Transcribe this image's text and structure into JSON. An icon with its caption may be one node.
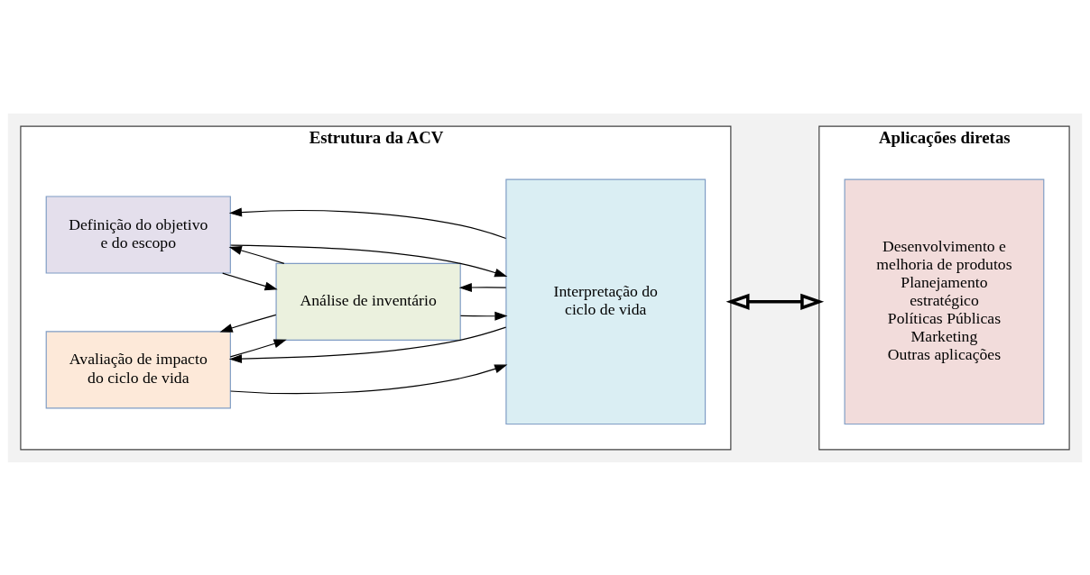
{
  "diagram": {
    "nodes": [
      {
        "text": [
          "Estrutura da ACV"
        ]
      },
      {
        "text": [
          "Definição do objetivo e do escopo"
        ],
        "in": 0
      },
      {
        "text": [
          "Análise de inventário"
        ],
        "in": 0
      },
      {
        "text": [
          "Avaliação de impacto do ciclo de vida"
        ],
        "in": 0
      },
      {
        "text": [
          "Interpretação do ciclo de vida"
        ],
        "in": 0
      },
      {
        "text": [
          "Aplicações diretas"
        ]
      },
      {
        "text": [
          "Desenvolvimento e melhoria de produtos",
          "Planejamento estratégico",
          "Políticas Públicas",
          "Marketing",
          "Outras aplicações"
        ],
        "in": 5
      }
    ],
    "edges": [
      {
        "from": 1,
        "to": 4,
        "arrow": "to"
      },
      {
        "from": 4,
        "to": 1,
        "arrow": "to"
      },
      {
        "from": 1,
        "to": 2,
        "arrow": "to"
      },
      {
        "from": 2,
        "to": 1,
        "arrow": "to"
      },
      {
        "from": 2,
        "to": 4,
        "arrow": "to"
      },
      {
        "from": 4,
        "to": 2,
        "arrow": "to"
      },
      {
        "from": 2,
        "to": 3,
        "arrow": "to"
      },
      {
        "from": 3,
        "to": 2,
        "arrow": "to"
      },
      {
        "from": 3,
        "to": 4,
        "arrow": "to"
      },
      {
        "from": 4,
        "to": 3,
        "arrow": "to"
      },
      {
        "from": 0,
        "to": 5,
        "arrow": "both",
        "style": "thick"
      }
    ]
  }
}
